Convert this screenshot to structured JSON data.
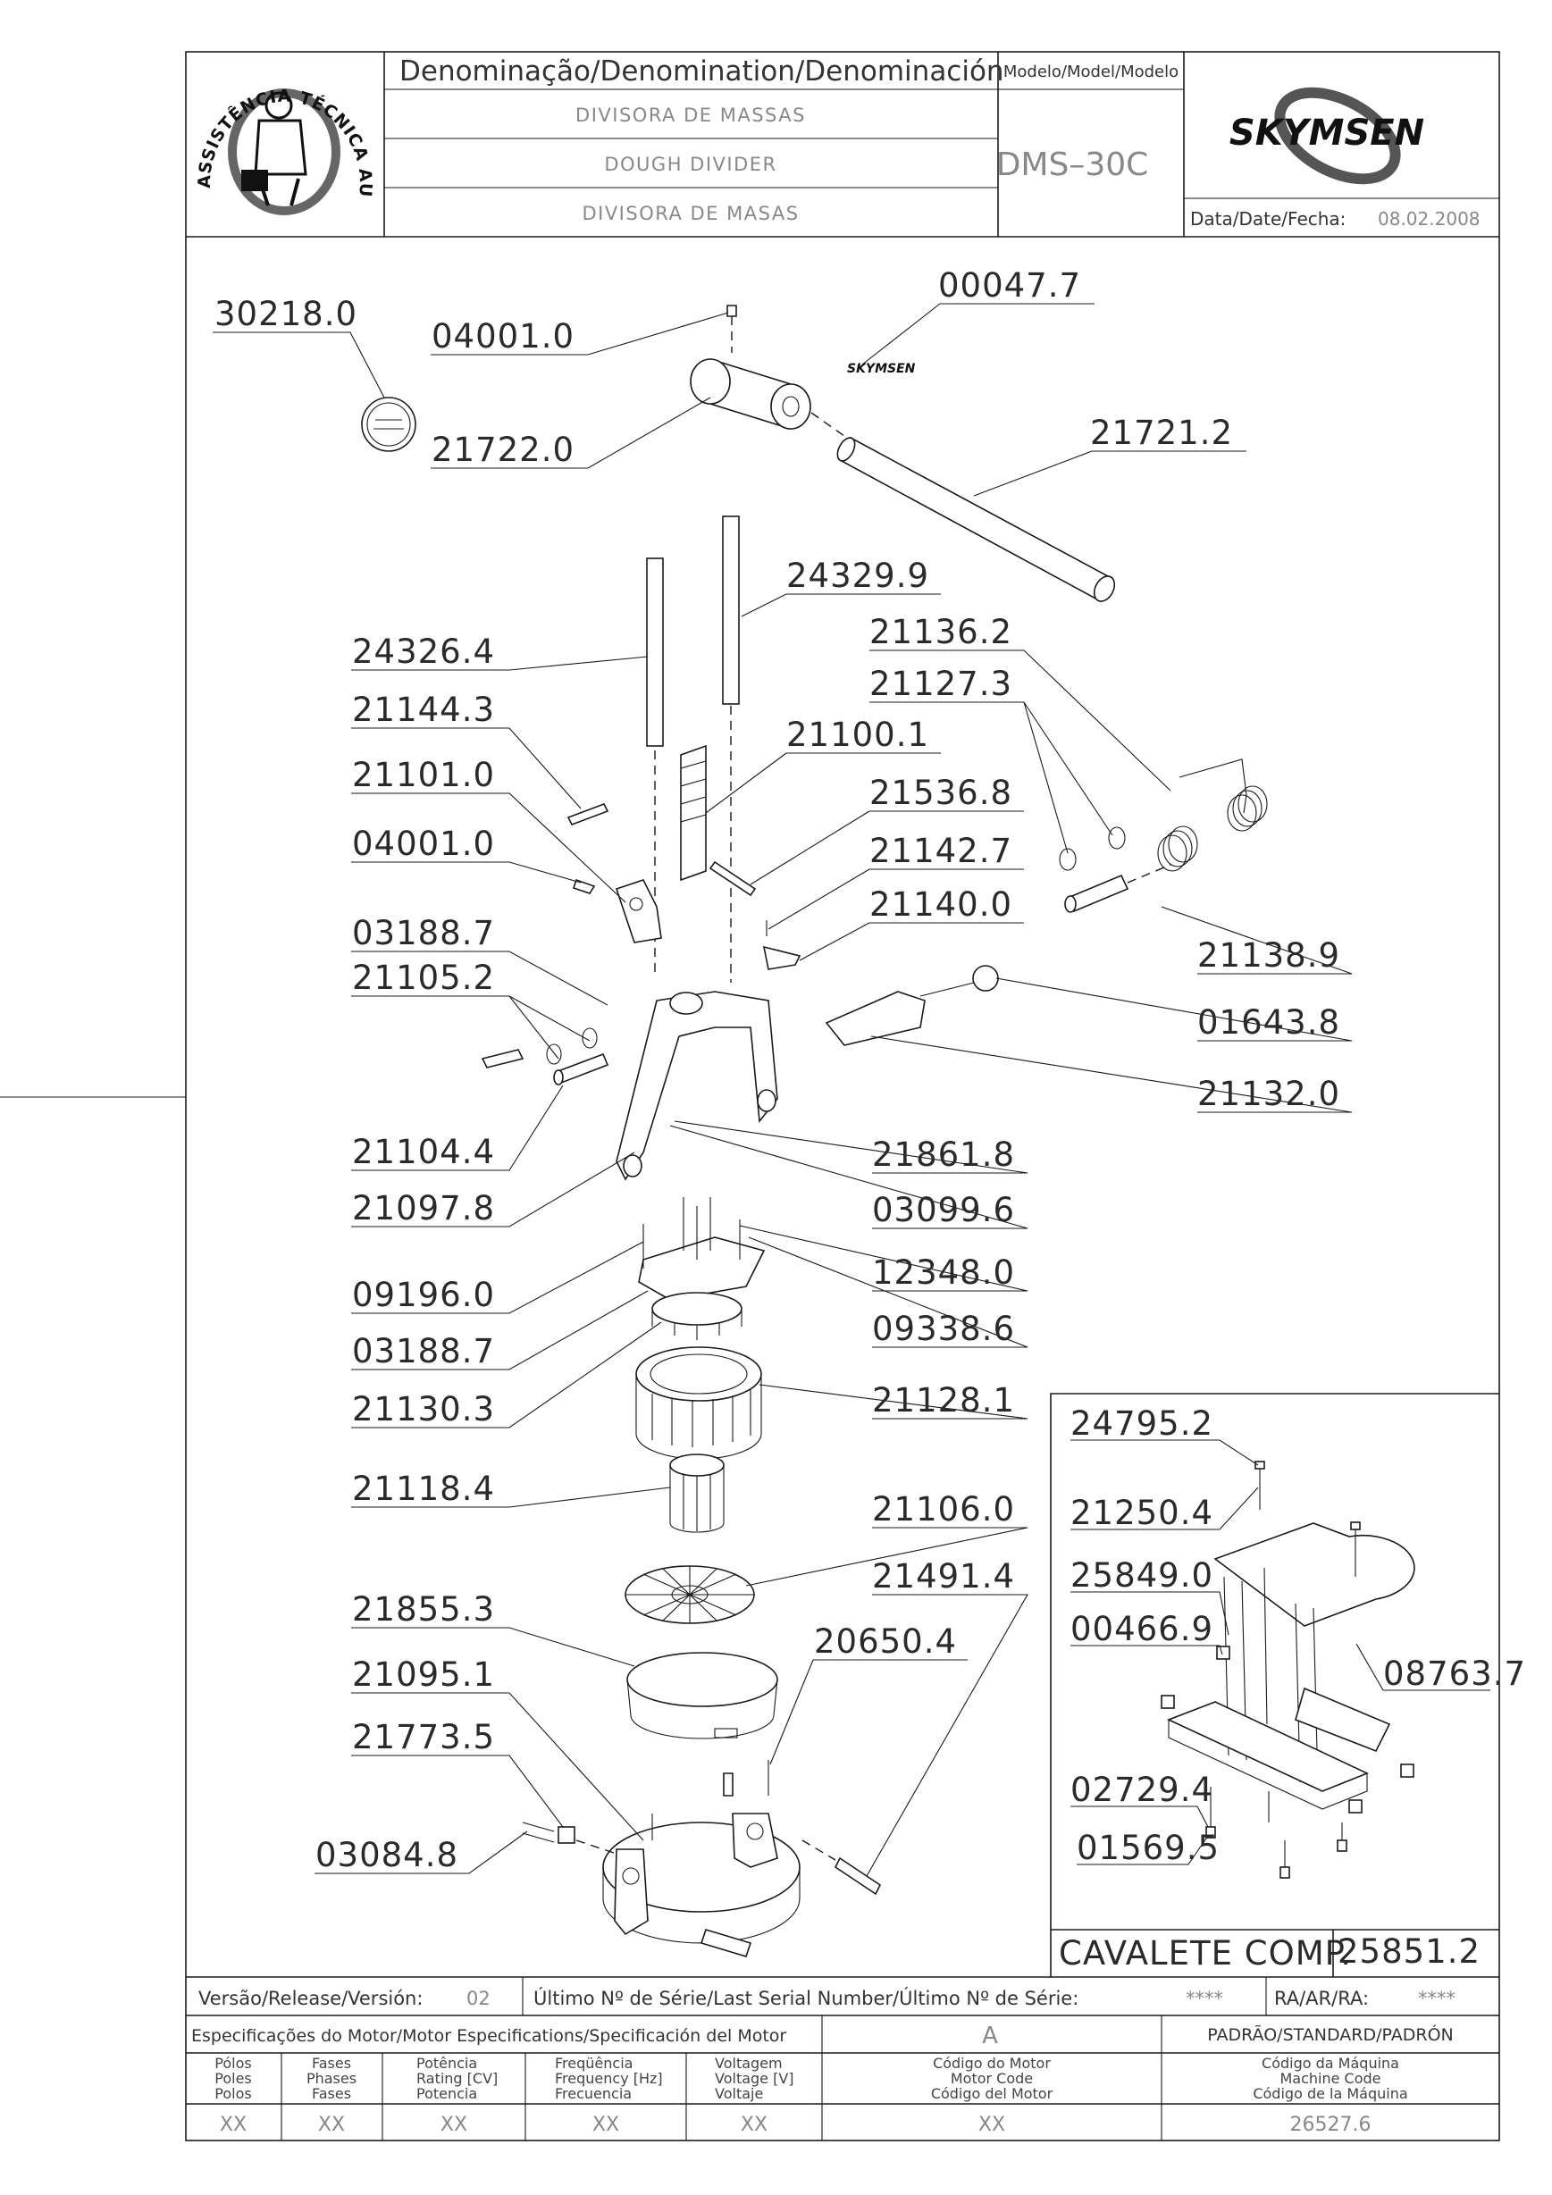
{
  "header": {
    "denomination_title": "Denominação/Denomination/Denominación",
    "name_pt": "DIVISORA DE MASSAS",
    "name_en": "DOUGH DIVIDER",
    "name_es": "DIVISORA DE MASAS",
    "model_label": "Modelo/Model/Modelo",
    "model_value": "DMS–30C",
    "date_label": "Data/Date/Fecha:",
    "date_value": "08.02.2008",
    "brand": "SKYMSEN",
    "seal_text": "ASSISTÊNCIA TÉCNICA AUTORIZADA"
  },
  "parts": {
    "p30218_0": "30218.0",
    "p04001_0a": "04001.0",
    "p00047_7": "00047.7",
    "p21722_0": "21722.0",
    "p21721_2": "21721.2",
    "p24329_9": "24329.9",
    "p21136_2": "21136.2",
    "p24326_4": "24326.4",
    "p21127_3": "21127.3",
    "p21144_3": "21144.3",
    "p21100_1": "21100.1",
    "p21101_0": "21101.0",
    "p21536_8": "21536.8",
    "p04001_0b": "04001.0",
    "p21142_7": "21142.7",
    "p03188_7a": "03188.7",
    "p21140_0": "21140.0",
    "p21138_9": "21138.9",
    "p21105_2": "21105.2",
    "p01643_8": "01643.8",
    "p21132_0": "21132.0",
    "p21104_4": "21104.4",
    "p21861_8": "21861.8",
    "p03099_6": "03099.6",
    "p21097_8": "21097.8",
    "p12348_0": "12348.0",
    "p09196_0": "09196.0",
    "p09338_6": "09338.6",
    "p03188_7b": "03188.7",
    "p21130_3": "21130.3",
    "p21128_1": "21128.1",
    "p21118_4": "21118.4",
    "p21106_0": "21106.0",
    "p21491_4": "21491.4",
    "p21855_3": "21855.3",
    "p20650_4": "20650.4",
    "p21095_1": "21095.1",
    "p21773_5": "21773.5",
    "p03084_8": "03084.8"
  },
  "stand": {
    "p24795_2": "24795.2",
    "p21250_4": "21250.4",
    "p25849_0": "25849.0",
    "p00466_9": "00466.9",
    "p08763_7": "08763.7",
    "p02729_4": "02729.4",
    "p01569_5": "01569.5",
    "title": "CAVALETE COMP.",
    "code": "25851.2"
  },
  "footer": {
    "version_label": "Versão/Release/Versión:",
    "version_value": "02",
    "serial_label": "Último Nº de Série/Last Serial Number/Último Nº de Série:",
    "serial_value": "****",
    "ra_label": "RA/AR/RA:",
    "ra_value": "****",
    "motor_spec_label": "Especificações do Motor/Motor Especifications/Specificación del Motor",
    "motor_spec_value": "A",
    "standard_label": "PADRÃO/STANDARD/PADRÓN",
    "col_poles": [
      "Pólos",
      "Poles",
      "Polos"
    ],
    "col_phases": [
      "Fases",
      "Phases",
      "Fases"
    ],
    "col_power": [
      "Potência",
      "Rating [CV]",
      "Potencia"
    ],
    "col_freq": [
      "Freqüência",
      "Frequency [Hz]",
      "Frecuencia"
    ],
    "col_volt": [
      "Voltagem",
      "Voltage [V]",
      "Voltaje"
    ],
    "col_motor_code": [
      "Código do Motor",
      "Motor Code",
      "Código del Motor"
    ],
    "col_machine_code": [
      "Código da Máquina",
      "Machine Code",
      "Código de la Máquina"
    ],
    "poles_value": "XX",
    "phases_value": "XX",
    "power_value": "XX",
    "freq_value": "XX",
    "volt_value": "XX",
    "motor_code_value": "XX",
    "machine_code_value": "26527.6"
  }
}
